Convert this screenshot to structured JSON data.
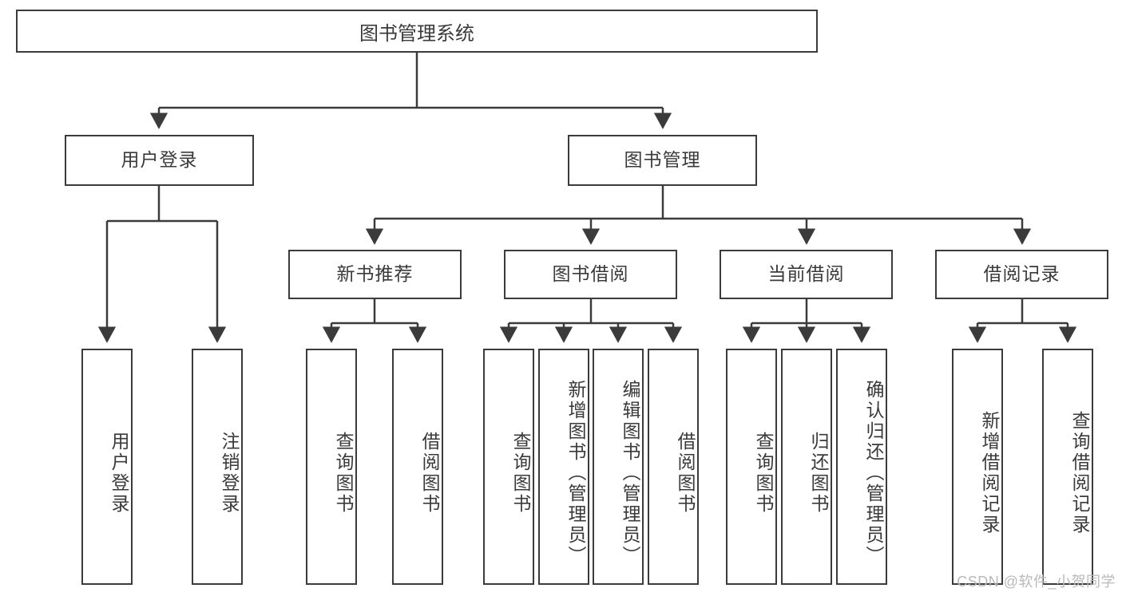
{
  "diagram": {
    "title": "图书管理系统",
    "root": {
      "label": "图书管理系统"
    },
    "level2": [
      {
        "label": "用户登录"
      },
      {
        "label": "图书管理"
      }
    ],
    "level3": [
      {
        "label": "新书推荐"
      },
      {
        "label": "图书借阅"
      },
      {
        "label": "当前借阅"
      },
      {
        "label": "借阅记录"
      }
    ],
    "leaves": {
      "user_login": [
        {
          "label": "用户登录"
        },
        {
          "label": "注销登录"
        }
      ],
      "new_book": [
        {
          "label": "查询图书"
        },
        {
          "label": "借阅图书"
        }
      ],
      "borrow_book": [
        {
          "label": "查询图书"
        },
        {
          "label": "新增图书（管理员）"
        },
        {
          "label": "编辑图书（管理员）"
        },
        {
          "label": "借阅图书"
        }
      ],
      "current_borrow": [
        {
          "label": "查询图书"
        },
        {
          "label": "归还图书"
        },
        {
          "label": "确认归还（管理员）"
        }
      ],
      "borrow_record": [
        {
          "label": "新增借阅记录"
        },
        {
          "label": "查询借阅记录"
        }
      ]
    },
    "watermark": "CSDN @软件_小贺同学",
    "colors": {
      "stroke": "#3b3b3b",
      "text": "#3a3a3a",
      "background": "#ffffff",
      "watermark": "#b9b9b9"
    }
  }
}
